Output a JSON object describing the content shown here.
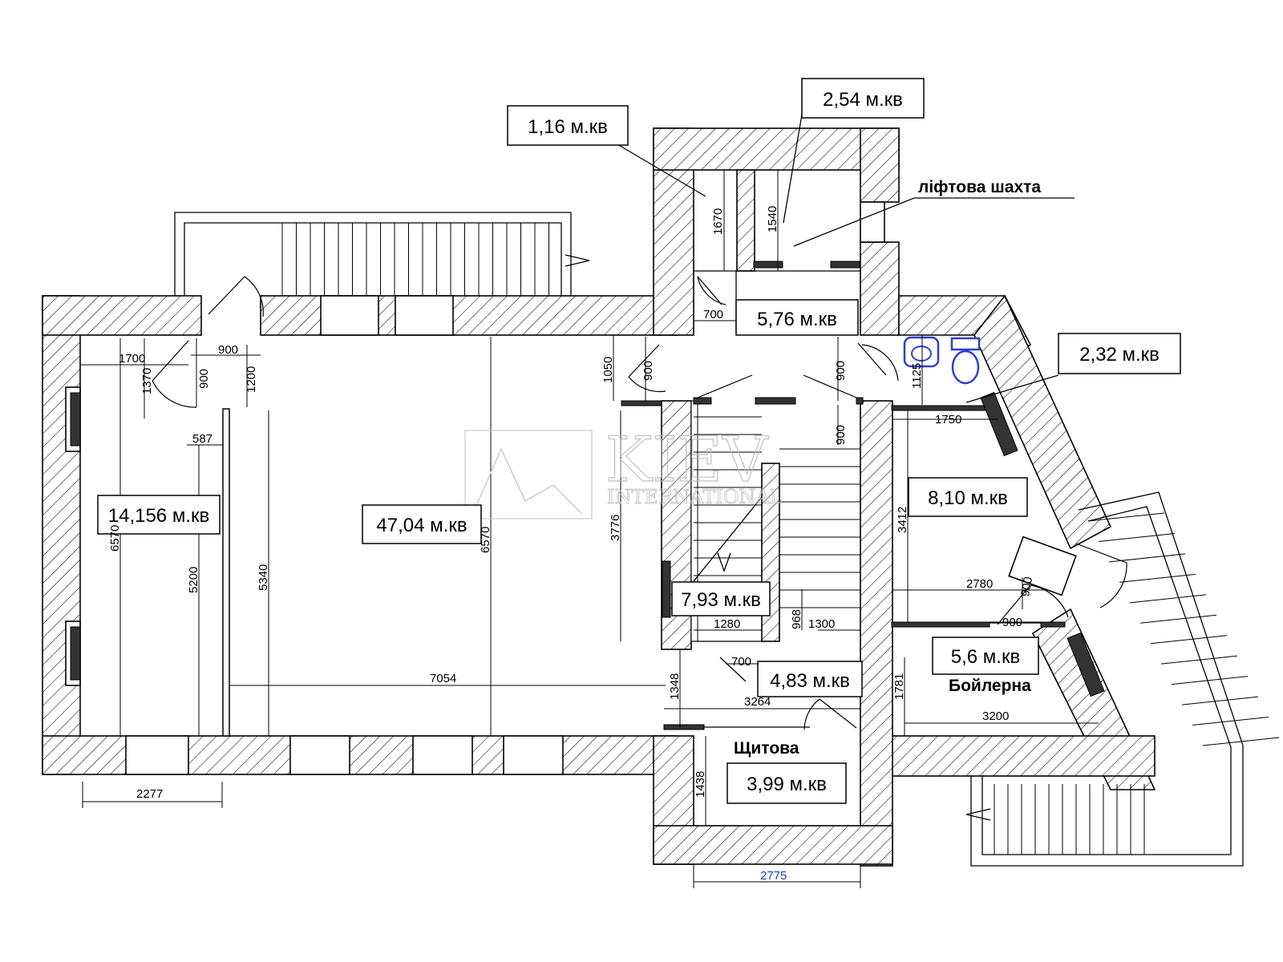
{
  "watermark": {
    "brand": "KIEV",
    "tagline": "INTERNATIONAL"
  },
  "rooms": [
    {
      "id": "r1",
      "area": "1,16 м.кв"
    },
    {
      "id": "r2",
      "area": "2,54 м.кв"
    },
    {
      "id": "r3",
      "area": "5,76 м.кв"
    },
    {
      "id": "r4",
      "area": "2,32 м.кв"
    },
    {
      "id": "r5",
      "area": "14,156 м.кв"
    },
    {
      "id": "r6",
      "area": "47,04 м.кв"
    },
    {
      "id": "r7",
      "area": "8,10 м.кв"
    },
    {
      "id": "r8",
      "area": "7,93 м.кв"
    },
    {
      "id": "r9",
      "area": "4,83 м.кв"
    },
    {
      "id": "r10",
      "area": "5,6 м.кв"
    },
    {
      "id": "r11",
      "area": "3,99 м.кв"
    }
  ],
  "labels": {
    "lift_shaft": "ліфтова шахта",
    "boiler_room": "Бойлерна",
    "switchboard_room": "Щитова"
  },
  "dimensions": [
    "1700",
    "1370",
    "900",
    "1200",
    "900",
    "587",
    "6570",
    "5200",
    "5340",
    "6570",
    "7054",
    "2277",
    "1670",
    "1540",
    "700",
    "1050",
    "900",
    "900",
    "1125",
    "900",
    "1750",
    "3776",
    "3412",
    "2780",
    "900",
    "900",
    "1280",
    "968",
    "1300",
    "700",
    "1348",
    "3264",
    "1781",
    "3200",
    "1438",
    "2775"
  ],
  "colors": {
    "line": "#000000",
    "blue_dimension": "#1f3fbf",
    "fixture_blue": "#2f3fd0"
  }
}
